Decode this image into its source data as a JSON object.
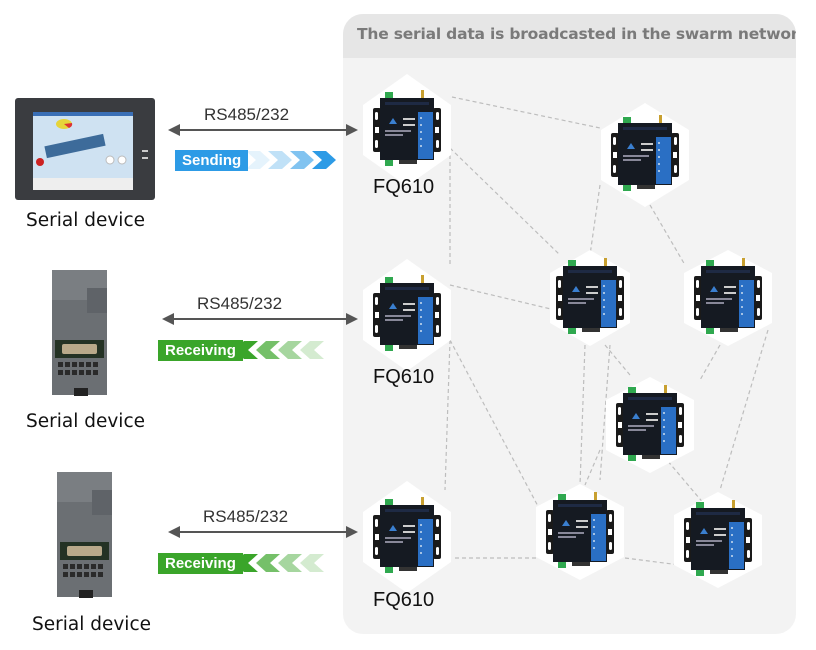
{
  "panel": {
    "title": "The serial data is broadcasted in the swarm network.",
    "background": "#f3f3f3",
    "header_background": "#e6e6e6"
  },
  "serial_devices": [
    {
      "label": "Serial device",
      "kind": "hmi-touch-panel",
      "icon": "hmi-touchscreen-icon"
    },
    {
      "label": "Serial device",
      "kind": "plc-module",
      "icon": "plc-module-icon"
    },
    {
      "label": "Serial device",
      "kind": "plc-module",
      "icon": "plc-module-icon"
    }
  ],
  "links": [
    {
      "protocol": "RS485/232",
      "status": "Sending",
      "direction": "to-network",
      "color": "#2d9be6"
    },
    {
      "protocol": "RS485/232",
      "status": "Receiving",
      "direction": "from-network",
      "color": "#3aa52a"
    },
    {
      "protocol": "RS485/232",
      "status": "Receiving",
      "direction": "from-network",
      "color": "#3aa52a"
    }
  ],
  "gateways": [
    {
      "label": "FQ610"
    },
    {
      "label": "FQ610"
    },
    {
      "label": "FQ610"
    }
  ],
  "mesh_nodes_count": 6,
  "icons": {
    "gateway": "radio-gateway-icon",
    "arrow": "double-arrow-icon",
    "chevron_right": "chevron-right-icon",
    "chevron_left": "chevron-left-icon"
  }
}
